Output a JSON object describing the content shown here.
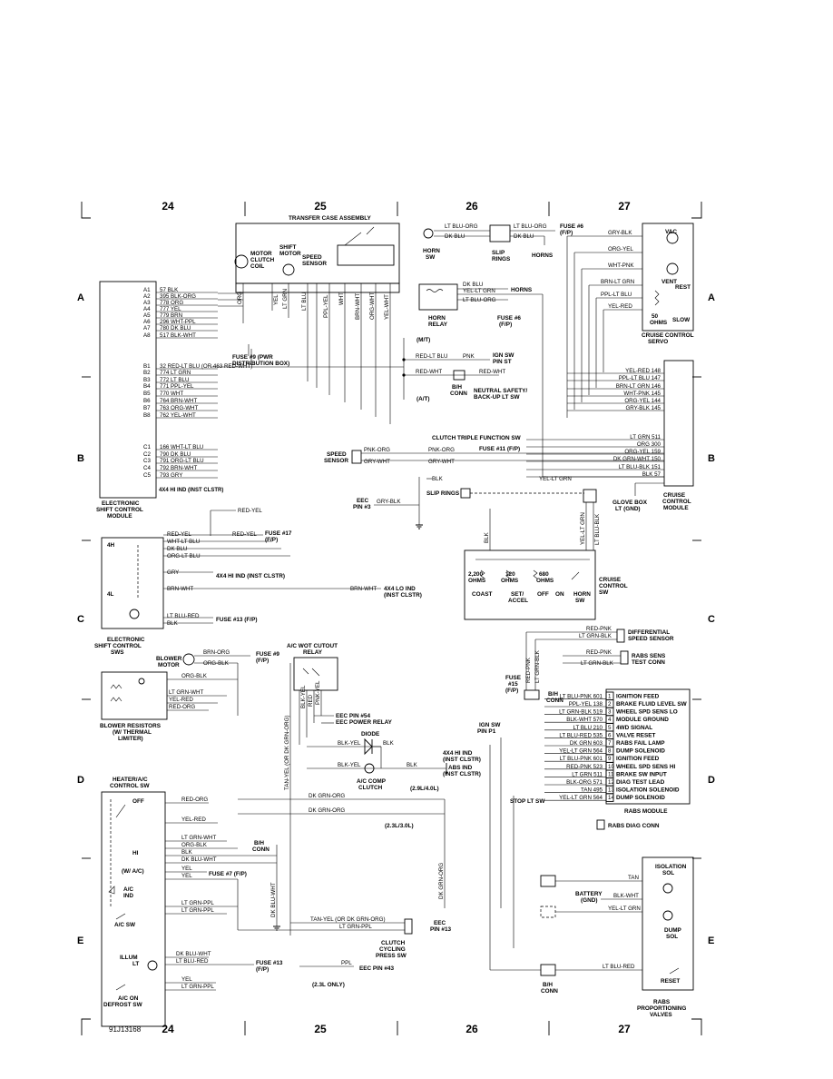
{
  "grid": {
    "columns": [
      "24",
      "25",
      "26",
      "27"
    ],
    "rows": [
      "A",
      "B",
      "C",
      "D",
      "E"
    ]
  },
  "figure_id": "91J13168",
  "components": {
    "transfer_case": "TRANSFER CASE ASSEMBLY",
    "motor_clutch": [
      "MOTOR",
      "CLUTCH",
      "COIL"
    ],
    "shift_motor": [
      "SHIFT",
      "MOTOR"
    ],
    "speed_sensor_top": [
      "SPEED",
      "SENSOR"
    ],
    "escm": [
      "ELECTRONIC",
      "SHIFT CONTROL",
      "MODULE"
    ],
    "escm_sws": [
      "ELECTRONIC",
      "SHIFT CONTROL",
      "SWS"
    ],
    "horn_sw": [
      "HORN",
      "SW"
    ],
    "slip_rings_top": [
      "SLIP",
      "RINGS"
    ],
    "horns": "HORNS",
    "horn_relay": [
      "HORN",
      "RELAY"
    ],
    "vac": "VAC",
    "vent": "VENT",
    "rest": "REST",
    "ohms50": [
      "50",
      "OHMS"
    ],
    "slow": "SLOW",
    "servo": [
      "CRUISE CONTROL",
      "SERVO"
    ],
    "ccm": [
      "CRUISE",
      "CONTROL",
      "MODULE"
    ],
    "glove_box": [
      "GLOVE BOX",
      "LT (GND)"
    ],
    "cruise_sw": [
      "CRUISE",
      "CONTROL",
      "SW"
    ],
    "neutral_sw": [
      "NEUTRAL SAFETY/",
      "BACK-UP LT SW"
    ],
    "bh_conn": [
      "B/H",
      "CONN"
    ],
    "speed_sensor_mid": [
      "SPEED",
      "SENSOR"
    ],
    "slip_rings_mid": "SLIP RINGS",
    "eec_pin3": [
      "EEC",
      "PIN #3"
    ],
    "ac_wot": [
      "A/C WOT CUTOUT",
      "RELAY"
    ],
    "blower_motor": [
      "BLOWER",
      "MOTOR"
    ],
    "blower_res": [
      "BLOWER RESISTORS",
      "(W/ THERMAL",
      "LIMITER)"
    ],
    "heater_sw": [
      "HEATER/A/C",
      "CONTROL SW"
    ],
    "diode": "DIODE",
    "ac_clutch": [
      "A/C COMP",
      "CLUTCH"
    ],
    "clutch_cyc": [
      "CLUTCH",
      "CYCLING",
      "PRESS SW"
    ],
    "diff_sensor": [
      "DIFFERENTIAL",
      "SPEED SENSOR"
    ],
    "rabs_test": [
      "RABS SENS",
      "TEST CONN"
    ],
    "rabs_module": "RABS MODULE",
    "rabs_diag": "RABS DIAG CONN",
    "isolation": [
      "ISOLATION",
      "SOL"
    ],
    "dump": [
      "DUMP",
      "SOL"
    ],
    "reset": "RESET",
    "rabs_valves": [
      "RABS",
      "PROPORTIONING",
      "VALVES"
    ],
    "battery": [
      "BATTERY",
      "(GND)"
    ],
    "ign_sw_st": [
      "IGN SW",
      "PIN ST"
    ],
    "ign_sw_p1": [
      "IGN SW",
      "PIN P1"
    ],
    "fuse15": [
      "FUSE",
      "#15",
      "(F/P)"
    ],
    "stop_lt": "STOP LT SW",
    "ind_4x4": [
      "4X4 HI IND",
      "(INST CLSTR)"
    ],
    "abs_ind": [
      "ABS IND",
      "(INST CLSTR)"
    ]
  },
  "escm_pins": [
    {
      "pin": "A1",
      "wire": "57 BLK"
    },
    {
      "pin": "A2",
      "wire": "395 BLK-ORG"
    },
    {
      "pin": "A3",
      "wire": "778 ORG"
    },
    {
      "pin": "A4",
      "wire": "777 YEL"
    },
    {
      "pin": "A5",
      "wire": "779 BRN"
    },
    {
      "pin": "A6",
      "wire": "296 WHT-PPL"
    },
    {
      "pin": "A7",
      "wire": "780 DK BLU"
    },
    {
      "pin": "A8",
      "wire": "517 BLK-WHT"
    },
    {
      "pin": "B1",
      "wire": "32 RED-LT BLU (OR 463 RED-WHT)"
    },
    {
      "pin": "B2",
      "wire": "774 LT GRN"
    },
    {
      "pin": "B3",
      "wire": "772 LT BLU"
    },
    {
      "pin": "B4",
      "wire": "771 PPL-YEL"
    },
    {
      "pin": "B5",
      "wire": "770 WHT"
    },
    {
      "pin": "B6",
      "wire": "764 BRN-WHT"
    },
    {
      "pin": "B7",
      "wire": "763 ORG-WHT"
    },
    {
      "pin": "B8",
      "wire": "762 YEL-WHT"
    },
    {
      "pin": "C1",
      "wire": "166 WHT-LT BLU"
    },
    {
      "pin": "C2",
      "wire": "790 DK BLU"
    },
    {
      "pin": "C3",
      "wire": "791 ORG-LT BLU"
    },
    {
      "pin": "C4",
      "wire": "792 BRN-WHT"
    },
    {
      "pin": "C5",
      "wire": "793 GRY"
    }
  ],
  "tc_wires": [
    "ORG",
    "YEL",
    "LT GRN",
    "LT BLU",
    "PPL-YEL",
    "WHT",
    "BRN-WHT",
    "ORG-WHT",
    "YEL-WHT"
  ],
  "ccm_pins": [
    {
      "wire": "YEL-RED 148"
    },
    {
      "wire": "PPL-LT BLU 147"
    },
    {
      "wire": "BRN-LT GRN 146"
    },
    {
      "wire": "WHT-PNK 145"
    },
    {
      "wire": "ORG-YEL 144"
    },
    {
      "wire": "GRY-BLK 145"
    },
    {
      "wire": "LT GRN 511"
    },
    {
      "wire": "ORG 300"
    },
    {
      "wire": "ORG-YEL 159"
    },
    {
      "wire": "DK GRN-WHT 150"
    },
    {
      "wire": "LT BLU-BLK 151"
    },
    {
      "wire": "BLK 57"
    }
  ],
  "rabs_pins": [
    {
      "n": "1",
      "wire": "LT BLU-PNK 601",
      "func": "IGNITION FEED"
    },
    {
      "n": "2",
      "wire": "PPL-YEL 138",
      "func": "BRAKE FLUID LEVEL SW"
    },
    {
      "n": "3",
      "wire": "LT GRN-BLK 519",
      "func": "WHEEL SPD SENS LO"
    },
    {
      "n": "4",
      "wire": "BLK-WHT 570",
      "func": "MODULE GROUND"
    },
    {
      "n": "5",
      "wire": "LT BLU 210",
      "func": "4WD SIGNAL"
    },
    {
      "n": "6",
      "wire": "LT BLU-RED 535",
      "func": "VALVE RESET"
    },
    {
      "n": "7",
      "wire": "DK GRN 603",
      "func": "RABS FAIL LAMP"
    },
    {
      "n": "8",
      "wire": "YEL-LT GRN 564",
      "func": "DUMP SOLENOID"
    },
    {
      "n": "9",
      "wire": "LT BLU-PNK 601",
      "func": "IGNITION FEED"
    },
    {
      "n": "10",
      "wire": "RED-PNK 523",
      "func": "WHEEL SPD SENS HI"
    },
    {
      "n": "11",
      "wire": "LT GRN 511",
      "func": "BRAKE SW INPUT"
    },
    {
      "n": "12",
      "wire": "BLK-ORG 571",
      "func": "DIAG TEST LEAD"
    },
    {
      "n": "13",
      "wire": "TAN 495",
      "func": "ISOLATION SOLENOID"
    },
    {
      "n": "14",
      "wire": "YEL-LT GRN 564",
      "func": "DUMP SOLENOID"
    }
  ],
  "labels": {
    "fuse9_pwr": [
      "FUSE #9 (PWR",
      "DISTRIBUTION BOX)"
    ],
    "fuse6a": [
      "FUSE #6",
      "(F/P)"
    ],
    "fuse6b": [
      "FUSE #6",
      "(F/P)"
    ],
    "fuse17": [
      "FUSE #17",
      "(F/P)"
    ],
    "fuse13a": "FUSE #13 (F/P)",
    "fuse9b": [
      "FUSE #9",
      "(F/P)"
    ],
    "fuse7": "FUSE #7 (F/P)",
    "fuse13b": [
      "FUSE #13",
      "(F/P)"
    ],
    "fuse11": "FUSE #11 (F/P)",
    "clutch_triple": "CLUTCH TRIPLE FUNCTION SW",
    "mt": "(M/T)",
    "at": "(A/T)",
    "ind_4x4_hi": "4X4 HI IND (INST CLSTR)",
    "ind_4x4_lo": [
      "4X4 LO IND",
      "(INST CLSTR)"
    ],
    "eec54": "EEC PIN #54",
    "eec_relay": "EEC POWER RELAY",
    "eec13": [
      "EEC",
      "PIN #13"
    ],
    "eec43": "EEC PIN #43",
    "l23": "(2.3L ONLY)",
    "l29": "(2.9L/4.0L)",
    "l23b": "(2.3L/3.0L)",
    "w_ac": "(W/ A/C)",
    "ac_ind": [
      "A/C",
      "IND"
    ],
    "ac_sw": "A/C SW",
    "illum": [
      "ILLUM",
      "LT"
    ],
    "ac_on": [
      "A/C ON",
      "DEFROST SW"
    ],
    "off": "OFF",
    "hi": "HI",
    "l4h": "4H",
    "l4l": "4L",
    "coast": "COAST",
    "set_accel": [
      "SET/",
      "ACCEL"
    ],
    "off2": "OFF",
    "on": "ON",
    "horn": [
      "HORN",
      "SW"
    ],
    "ohm2200": [
      "2,200",
      "OHMS"
    ],
    "ohm120": [
      "120",
      "OHMS"
    ],
    "ohm680": [
      "680",
      "OHMS"
    ]
  },
  "wire_labels": {
    "lt_blu_org": "LT BLU-ORG",
    "dk_blu": "DK BLU",
    "lt_blu_org2": "LT BLU-ORG",
    "dk_blu2": "DK BLU",
    "yel_lt_grn": "YEL-LT GRN",
    "lt_blu_org3": "LT BLU-ORG",
    "gry_blk": "GRY-BLK",
    "org_yel": "ORG-YEL",
    "wht_pnk": "WHT-PNK",
    "brn_lt_grn": "BRN-LT GRN",
    "ppl_lt_blu": "PPL-LT BLU",
    "yel_red": "YEL-RED",
    "red_lt_blu": "RED-LT BLU",
    "pnk": "PNK",
    "red_wht": "RED-WHT",
    "red_wht2": "RED-WHT",
    "pnk_org": "PNK-ORG",
    "gry_wht": "GRY-WHT",
    "pnk_org2": "PNK-ORG",
    "gry_wht2": "GRY-WHT",
    "blk": "BLK",
    "gry_blk2": "GRY-BLK",
    "yel_lt_grn2": "YEL-LT GRN",
    "red_yel": "RED-YEL",
    "red_yel2": "RED-YEL",
    "red_yel3": "RED-YEL",
    "wht_lt_blu": "WHT-LT BLU",
    "dk_blu3": "DK BLU",
    "org_lt_blu": "ORG-LT BLU",
    "gry": "GRY",
    "brn_wht": "BRN-WHT",
    "brn_wht2": "BRN-WHT",
    "lt_blu_red": "LT BLU-RED",
    "blk2": "BLK",
    "blk3": "BLK",
    "yel_lt_grn3": "YEL-LT GRN",
    "lt_blu_blk": "LT BLU-BLK",
    "brn_org": "BRN-ORG",
    "org_blk": "ORG-BLK",
    "org_blk2": "ORG-BLK",
    "lt_grn_wht": "LT GRN-WHT",
    "yel_red2": "YEL-RED",
    "red_org": "RED-ORG",
    "red_org2": "RED-ORG",
    "yel_red3": "YEL-RED",
    "lt_grn_wht2": "LT GRN-WHT",
    "org_blk3": "ORG-BLK",
    "blk4": "BLK",
    "dk_blu_wht": "DK BLU-WHT",
    "yel": "YEL",
    "yel2": "YEL",
    "lt_grn_ppl": "LT GRN-PPL",
    "lt_grn_ppl2": "LT GRN-PPL",
    "dk_blu_wht2": "DK BLU-WHT",
    "lt_blu_red2": "LT BLU-RED",
    "yel3": "YEL",
    "lt_grn_ppl3": "LT GRN-PPL",
    "tan_yel": "TAN-YEL (OR DK GRN-ORG)",
    "lt_blu_red3": "LT BLU-RED",
    "blk_yel": "BLK-YEL",
    "pnk_yel": "PNK-YEL",
    "red": "RED",
    "blk_yel2": "BLK-YEL",
    "blk5": "BLK",
    "blk6": "BLK",
    "blk_yel3": "BLK-YEL",
    "dk_grn_org": "DK GRN-ORG",
    "dk_grn_org2": "DK GRN-ORG",
    "dk_grn_org3": "DK GRN-ORG",
    "dk_blu_wht3": "DK BLU-WHT",
    "tan_yel2": "TAN-YEL (OR DK GRN-ORG)",
    "lt_grn_ppl4": "LT GRN-PPL",
    "ppl": "PPL",
    "red_pnk": "RED-PNK",
    "lt_grn_blk": "LT GRN-BLK",
    "red_pnk2": "RED-PNK",
    "lt_grn_blk2": "LT GRN-BLK",
    "red_pnk3": "RED-PNK",
    "lt_grn_blk3": "LT GRN-BLK",
    "tan": "TAN",
    "blk_wht": "BLK-WHT",
    "yel_lt_grn4": "YEL-LT GRN",
    "lt_blu_red4": "LT BLU-RED",
    "blk7": "BLK"
  }
}
